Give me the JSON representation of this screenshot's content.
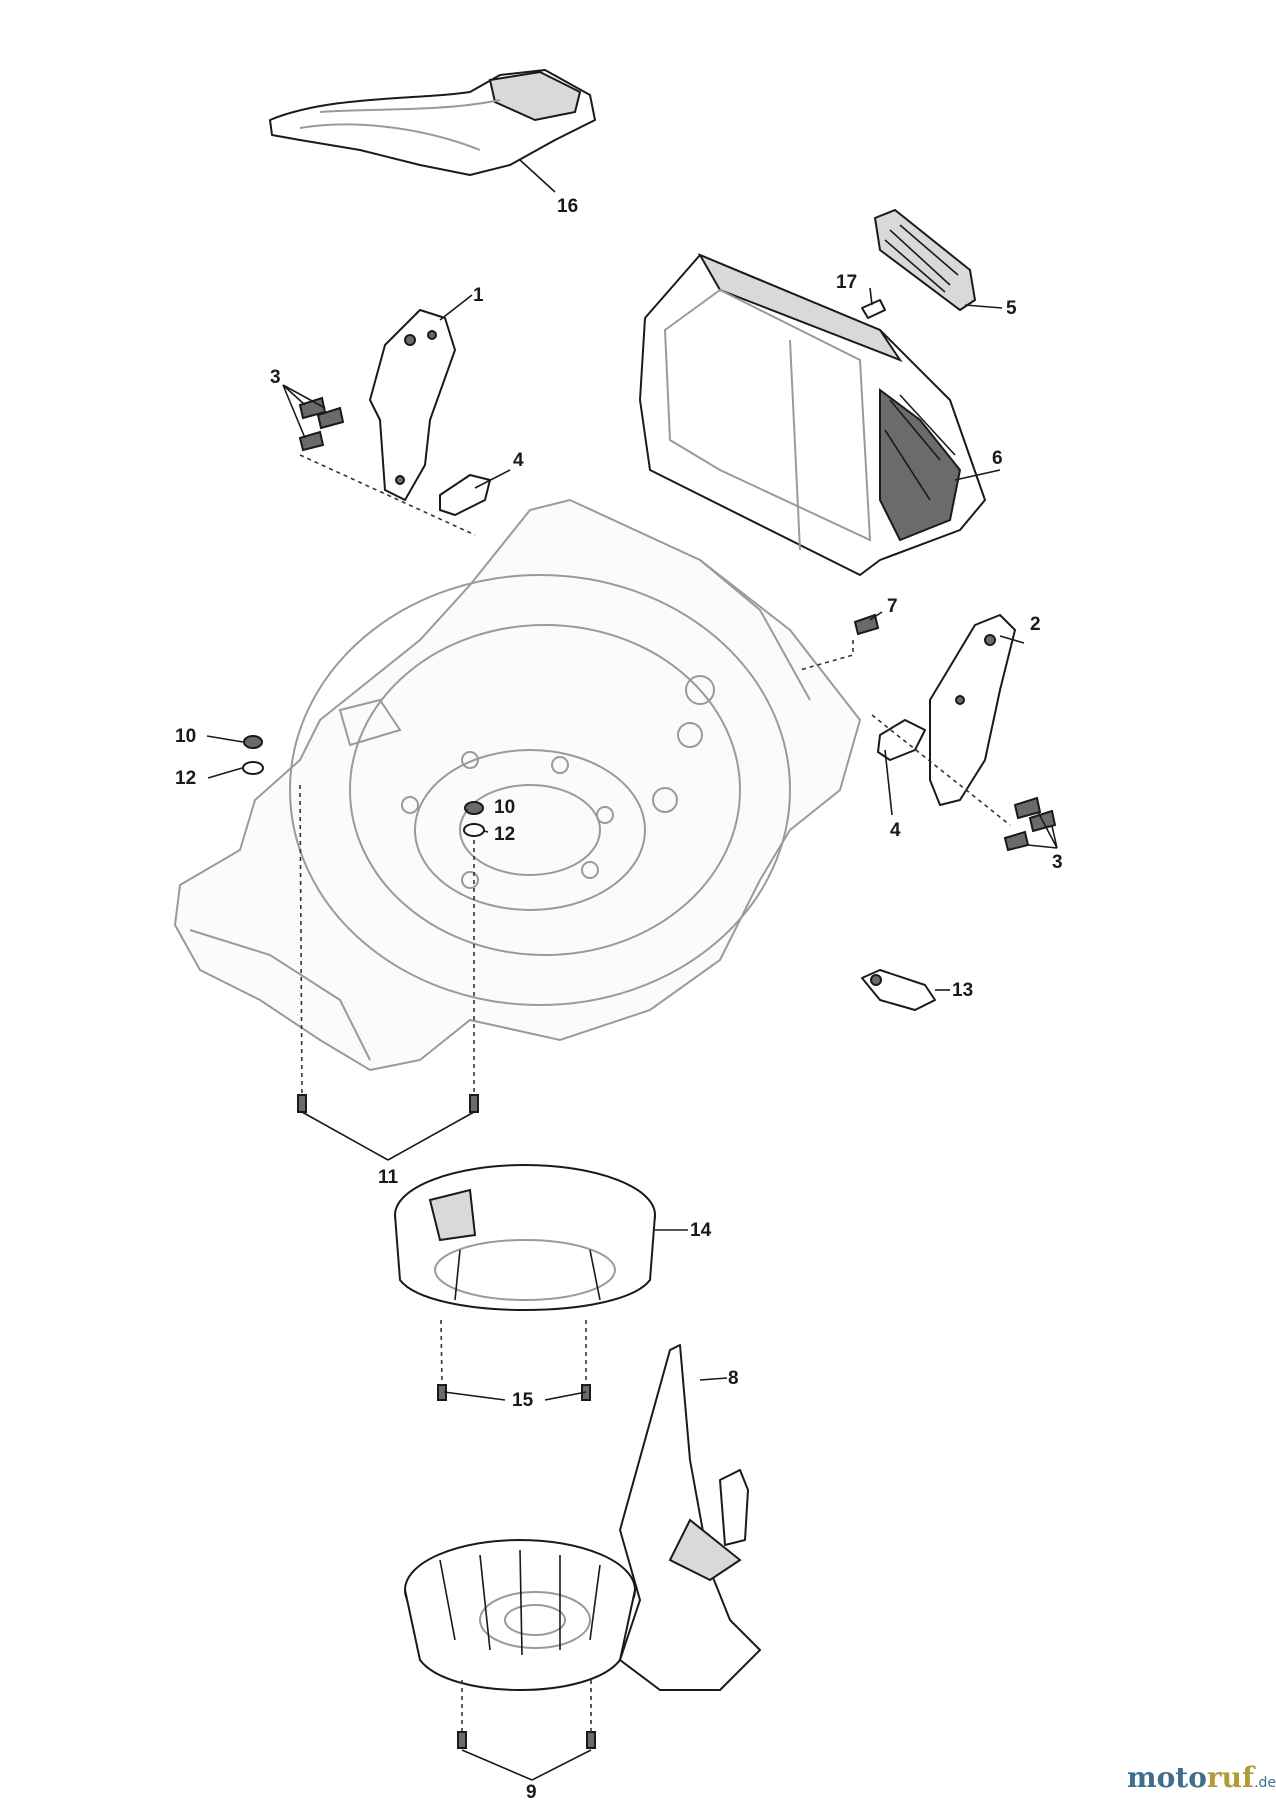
{
  "callouts": {
    "c1": "1",
    "c2": "2",
    "c3a": "3",
    "c3b": "3",
    "c4a": "4",
    "c4b": "4",
    "c5": "5",
    "c6": "6",
    "c7": "7",
    "c8": "8",
    "c9": "9",
    "c10a": "10",
    "c10b": "10",
    "c11": "11",
    "c12a": "12",
    "c12b": "12",
    "c13": "13",
    "c14": "14",
    "c15": "15",
    "c16": "16",
    "c17": "17"
  },
  "watermark": {
    "part1": "moto",
    "part2": "ruf",
    "suffix": ".de"
  }
}
